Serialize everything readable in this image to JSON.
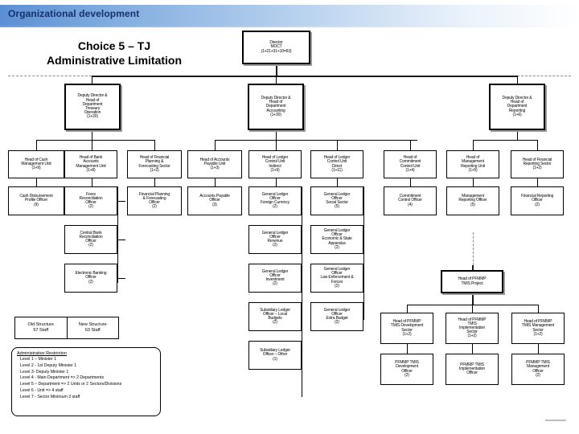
{
  "header": {
    "title": "Organizational development"
  },
  "slide": {
    "title_line1": "Choice 5 – TJ",
    "title_line2": "Administrative Limitation"
  },
  "chart_data": {
    "type": "diagram",
    "title": "Choice 5 – TJ Administrative Limitation",
    "nodes": {
      "director": "Director MOCT (1+21+31+10=63)",
      "deputy_treasury": "Deputy Director & Head of Department Treasury Operation (1+20)",
      "deputy_accounting": "Deputy Director & Head of Department Accounting (1+30)",
      "deputy_reporting": "Deputy Director & Head of Department Reporting (1+6)",
      "head_cash": "Head of Cash Management Unit (1+9)",
      "head_bank": "Head of Bank Accounts Management Unit (1+8)",
      "head_fin_plan": "Head of Financial Planning & Forecasting Sector (1+2)",
      "head_ap": "Head of Accounts Payable Unit (1+3)",
      "head_ledger_ind": "Head of Ledger Control Unit Indirect (1+9)",
      "head_ledger_dir": "Head of Ledger Control Unit Direct (1+11)",
      "head_commitment": "Head of Commitment Control Unit (1+4)",
      "head_mgmt_rep": "Head of Management Reporting Unit (1+5)",
      "head_fin_rep": "Head of Financial Reporting Sector (1+2)"
    }
  },
  "boxes": [
    {
      "name": "director",
      "lines": [
        "Director",
        "MOCT",
        "(1+21+31+10=63)"
      ]
    },
    {
      "name": "deputy-director-treasury",
      "lines": [
        "Deputy Director &",
        "Head of",
        "Department",
        "Treasury",
        "Operation",
        "(1+20)"
      ]
    },
    {
      "name": "deputy-director-accounting",
      "lines": [
        "Deputy Director &",
        "Head of",
        "Department",
        "Accounting",
        "(1+30)"
      ]
    },
    {
      "name": "deputy-director-reporting",
      "lines": [
        "Deputy Director &",
        "Head of",
        "Department",
        "Reporting",
        "(1+6)"
      ]
    },
    {
      "name": "head-cash-management-unit",
      "lines": [
        "Head of Cash",
        "Management Unit",
        "(1+9)"
      ]
    },
    {
      "name": "head-bank-accounts-management-unit",
      "lines": [
        "Head of Bank",
        "Accounts",
        "Management Unit",
        "(1+8)"
      ]
    },
    {
      "name": "head-financial-planning-forecasting-sector",
      "lines": [
        "Head of Financial",
        "Planning &",
        "Forecasting Sector",
        "(1+2)"
      ]
    },
    {
      "name": "head-accounts-payable-unit",
      "lines": [
        "Head of Accounts",
        "Payable Unit",
        "(1+3)"
      ]
    },
    {
      "name": "head-ledger-control-unit-indirect",
      "lines": [
        "Head of Ledger",
        "Control Unit",
        "Indirect",
        "(1+9)"
      ]
    },
    {
      "name": "head-ledger-control-unit-direct",
      "lines": [
        "Head of Ledger",
        "Control Unit",
        "Direct",
        "(1+11)"
      ]
    },
    {
      "name": "head-commitment-control-unit",
      "lines": [
        "Head of",
        "Commitment",
        "Control Unit",
        "(1+4)"
      ]
    },
    {
      "name": "head-management-reporting-unit",
      "lines": [
        "Head of",
        "Management",
        "Reporting Unit",
        "(1+5)"
      ]
    },
    {
      "name": "head-financial-reporting-sector",
      "lines": [
        "Head of Financial",
        "Reporting Sector",
        "(1+2)"
      ]
    },
    {
      "name": "cash-disbursement-profile-officer",
      "lines": [
        "Cash Disbursement",
        "Profile Officer",
        "(9)"
      ]
    },
    {
      "name": "forex-reconciliation-officer",
      "lines": [
        "Forex",
        "Reconciliation",
        "Officer",
        "(2)"
      ]
    },
    {
      "name": "financial-planning-forecasting-officer",
      "lines": [
        "Financial Planning",
        "& Forecasting",
        "Officer",
        "(2)"
      ]
    },
    {
      "name": "accounts-payable-officer",
      "lines": [
        "Accounts Payable",
        "Officer",
        "(3)"
      ]
    },
    {
      "name": "general-ledger-officer-foreign-currency",
      "lines": [
        "General Ledger",
        "Officer",
        "Foreign Currency",
        "(2)"
      ]
    },
    {
      "name": "general-ledger-officer-social-sector",
      "lines": [
        "General Ledger",
        "Officer",
        "Social Sector",
        "(5)"
      ]
    },
    {
      "name": "commitment-control-officer",
      "lines": [
        "Commitment",
        "Control Officer",
        "(4)"
      ]
    },
    {
      "name": "management-reporting-officer",
      "lines": [
        "Management",
        "Reporting Officer",
        "(5)"
      ]
    },
    {
      "name": "financial-reporting-officer",
      "lines": [
        "Financial Reporting",
        "Officer",
        "(2)"
      ]
    },
    {
      "name": "central-bank-reconciliation-officer",
      "lines": [
        "Central Bank",
        "Reconciliation",
        "Officer",
        "(2)"
      ]
    },
    {
      "name": "general-ledger-officer-revenue",
      "lines": [
        "General Ledger",
        "Officer",
        "Revenue",
        "(2)"
      ]
    },
    {
      "name": "general-ledger-officer-economic-state-apparatus",
      "lines": [
        "General Ledger",
        "Officer",
        "Economic & State",
        "Apparatus",
        "(2)"
      ]
    },
    {
      "name": "electronic-banking-officer",
      "lines": [
        "Electronic Banking",
        "Officer",
        "(2)"
      ]
    },
    {
      "name": "general-ledger-officer-investment",
      "lines": [
        "General Ledger",
        "Officer",
        "Investment",
        "(2)"
      ]
    },
    {
      "name": "general-ledger-officer-law-enforcement-forces",
      "lines": [
        "General Ledger",
        "Officer",
        "Law Enforcement &",
        "Forces",
        "(2)"
      ]
    },
    {
      "name": "head-pfmmp-tmis-project",
      "lines": [
        "Head of PFMMP",
        "TMIS Project"
      ]
    },
    {
      "name": "subsidiary-ledger-officer-local-budgets",
      "lines": [
        "Subsidiary Ledger",
        "Officer – Local",
        "Budgets",
        "(2)"
      ]
    },
    {
      "name": "general-ledger-officer-extra-budget",
      "lines": [
        "General Ledger",
        "Officer",
        "Extra Budget",
        "(2)"
      ]
    },
    {
      "name": "head-pfmmp-tmis-development-sector",
      "lines": [
        "Head of PFMMP",
        "TMIS Development",
        "Sector",
        "(1+2)"
      ]
    },
    {
      "name": "head-pfmmp-tmis-implementation-sector",
      "lines": [
        "Head of PFMMP",
        "TMIS",
        "Implementation",
        "Sector",
        "(1+2)"
      ]
    },
    {
      "name": "head-pfmmp-tmis-management-sector",
      "lines": [
        "Head of PFMMP",
        "TMIS Management",
        "Sector",
        "(1+2)"
      ]
    },
    {
      "name": "subsidiary-ledger-officer-other",
      "lines": [
        "Subsidiary Ledger",
        "Officer – Other",
        "(1)"
      ]
    },
    {
      "name": "pfmmp-tmis-development-officer",
      "lines": [
        "PFMMP TMIS",
        "Development",
        "Officer",
        "(2)"
      ]
    },
    {
      "name": "pfmmp-tmis-implementation-officer",
      "lines": [
        "PFMMP TMIS",
        "Implementation",
        "Officer"
      ]
    },
    {
      "name": "pfmmp-tmis-management-officer",
      "lines": [
        "PFMMP TMIS",
        "Management",
        "Officer",
        "(2)"
      ]
    }
  ],
  "legend": {
    "old": {
      "label": "Old Structure",
      "value": "57 Staff"
    },
    "new": {
      "label": "New Structure",
      "value": "63 Staff"
    }
  },
  "note": {
    "title": "Administrative Restriction",
    "items": [
      "Level 1 – Minister 1",
      "Level 2 - 1st Deputy Minister 1",
      "Level 3- Deputy Minister 1",
      "Level 4 - Main Department => 2 Departments",
      "Level 5 – Department => 2 Units or 2 Sectors/Divisions",
      "Level 6 -  Unit => 4 staff",
      "Level 7 - Sector Minimum 3 staff"
    ]
  }
}
